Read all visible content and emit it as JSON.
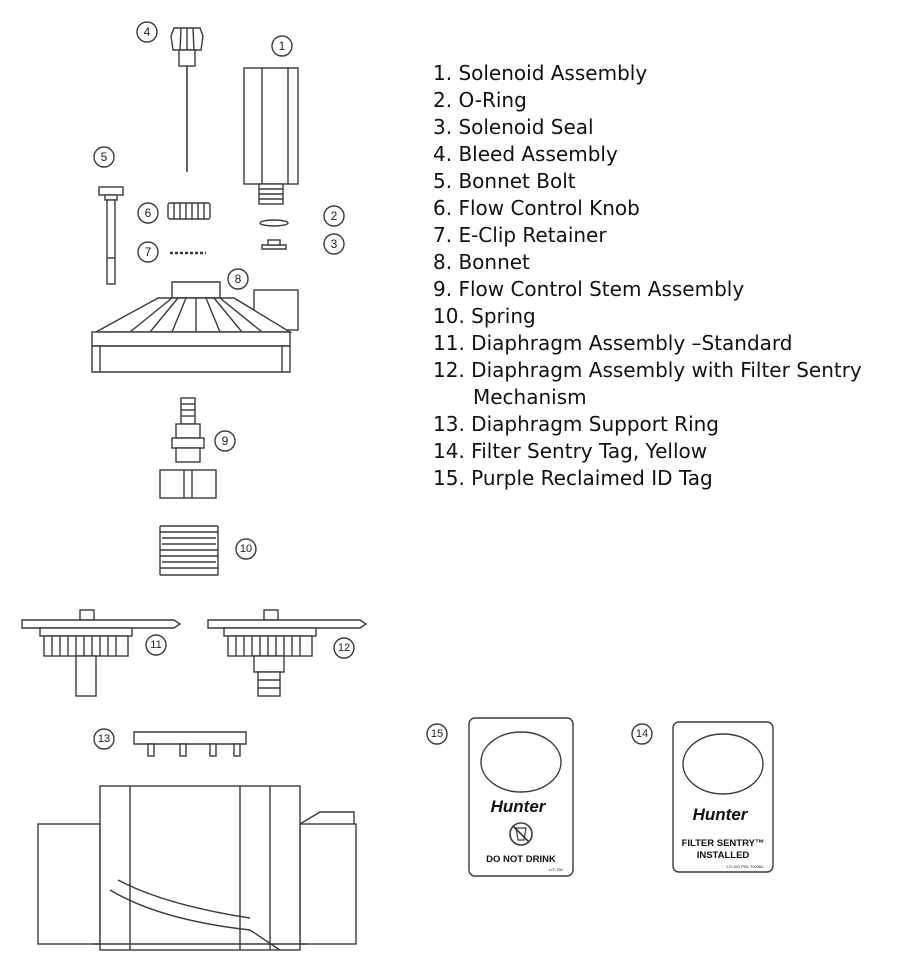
{
  "legend": {
    "items": [
      {
        "text": "1. Solenoid Assembly"
      },
      {
        "text": "2. O-Ring"
      },
      {
        "text": "3. Solenoid Seal"
      },
      {
        "text": "4. Bleed Assembly"
      },
      {
        "text": "5. Bonnet Bolt"
      },
      {
        "text": "6. Flow Control Knob"
      },
      {
        "text": "7. E-Clip Retainer"
      },
      {
        "text": "8. Bonnet"
      },
      {
        "text": "9. Flow Control Stem Assembly"
      },
      {
        "text": "10. Spring"
      },
      {
        "text": "11. Diaphragm Assembly –Standard"
      },
      {
        "text": "12. Diaphragm Assembly with Filter Sentry",
        "cont": "Mechanism"
      },
      {
        "text": "13. Diaphragm Support Ring"
      },
      {
        "text": "14. Filter Sentry Tag, Yellow"
      },
      {
        "text": "15. Purple Reclaimed ID Tag"
      }
    ]
  },
  "callouts": {
    "c1": "1",
    "c2": "2",
    "c3": "3",
    "c4": "4",
    "c5": "5",
    "c6": "6",
    "c7": "7",
    "c8": "8",
    "c9": "9",
    "c10": "10",
    "c11": "11",
    "c12": "12",
    "c13": "13",
    "c14": "14",
    "c15": "15"
  },
  "tag15": {
    "brand": "Hunter",
    "warning": "DO NOT DRINK",
    "part": "LIT-750",
    "icon": "no-drink-icon"
  },
  "tag14": {
    "brand": "Hunter",
    "line1": "FILTER SENTRY™",
    "line2": "INSTALLED",
    "part": "LIT-321  P/N: 700362"
  },
  "colors": {
    "line": "#3a3a3a",
    "fill": "#ffffff",
    "shade": "#d9d9d9"
  }
}
